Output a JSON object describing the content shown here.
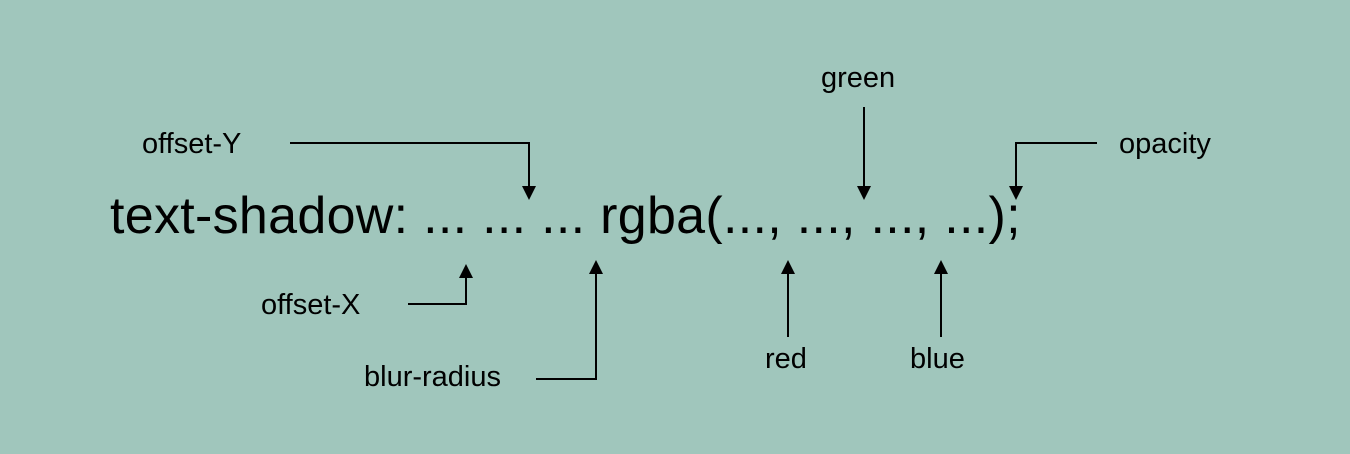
{
  "code": "text-shadow: ... ... ... rgba(..., ..., ..., ...);",
  "labels": {
    "offset_y": "offset-Y",
    "offset_x": "offset-X",
    "blur_radius": "blur-radius",
    "green": "green",
    "opacity": "opacity",
    "red": "red",
    "blue": "blue"
  },
  "colors": {
    "background": "#a0c6bc",
    "ink": "#000000"
  }
}
